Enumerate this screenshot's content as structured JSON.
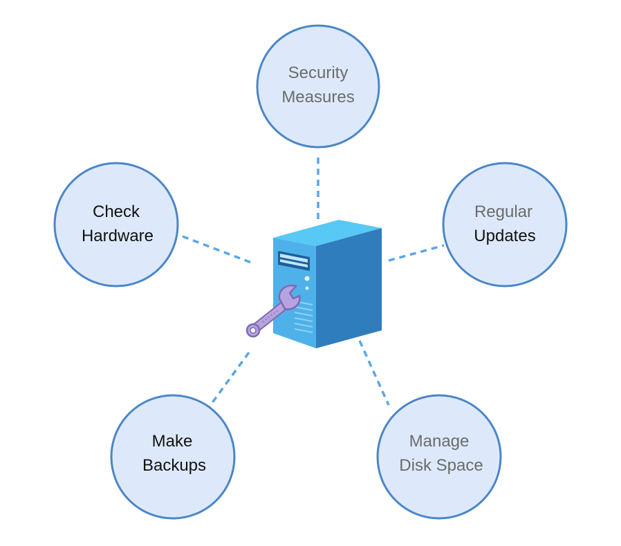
{
  "nodes": {
    "security": {
      "line1": "Security",
      "line2": "Measures"
    },
    "hardware": {
      "line1": "Check",
      "line2": "Hardware"
    },
    "updates": {
      "line1": "Regular",
      "line2": "Updates"
    },
    "backups": {
      "line1": "Make",
      "line2": "Backups"
    },
    "disk": {
      "line1": "Manage",
      "line2": "Disk Space"
    }
  },
  "icons": {
    "center": "server-tower-icon",
    "tool": "wrench-icon"
  },
  "colors": {
    "circle_fill": "#dde9fb",
    "circle_stroke": "#4a86c8",
    "connector": "#5aa6e6",
    "server_front": "#4fb1ea",
    "server_side": "#2f7dbd",
    "server_top": "#58c8f5",
    "wrench": "#b7a3e0"
  }
}
